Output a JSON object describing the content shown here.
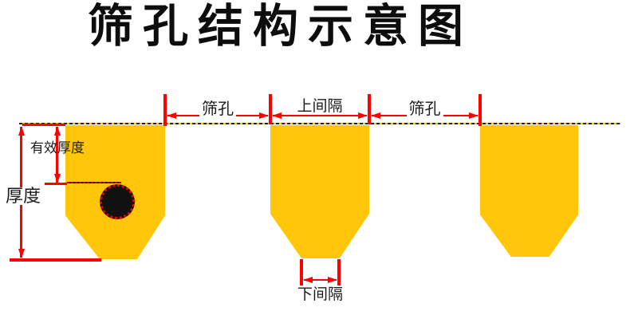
{
  "title": "筛孔结构示意图",
  "diagram": {
    "top_dimensions": [
      {
        "label": "筛孔"
      },
      {
        "label": "上间隔"
      },
      {
        "label": "筛孔"
      }
    ],
    "left_dimensions": {
      "effective_thickness_label": "有效厚度",
      "thickness_label": "厚度"
    },
    "bottom_dimension": {
      "label": "下间隔"
    },
    "colors": {
      "bar_fill": "#FFC60A",
      "dimension_lines": "#FF0000",
      "hole_fill": "#111111",
      "title_text": "#0D0D0D"
    }
  }
}
